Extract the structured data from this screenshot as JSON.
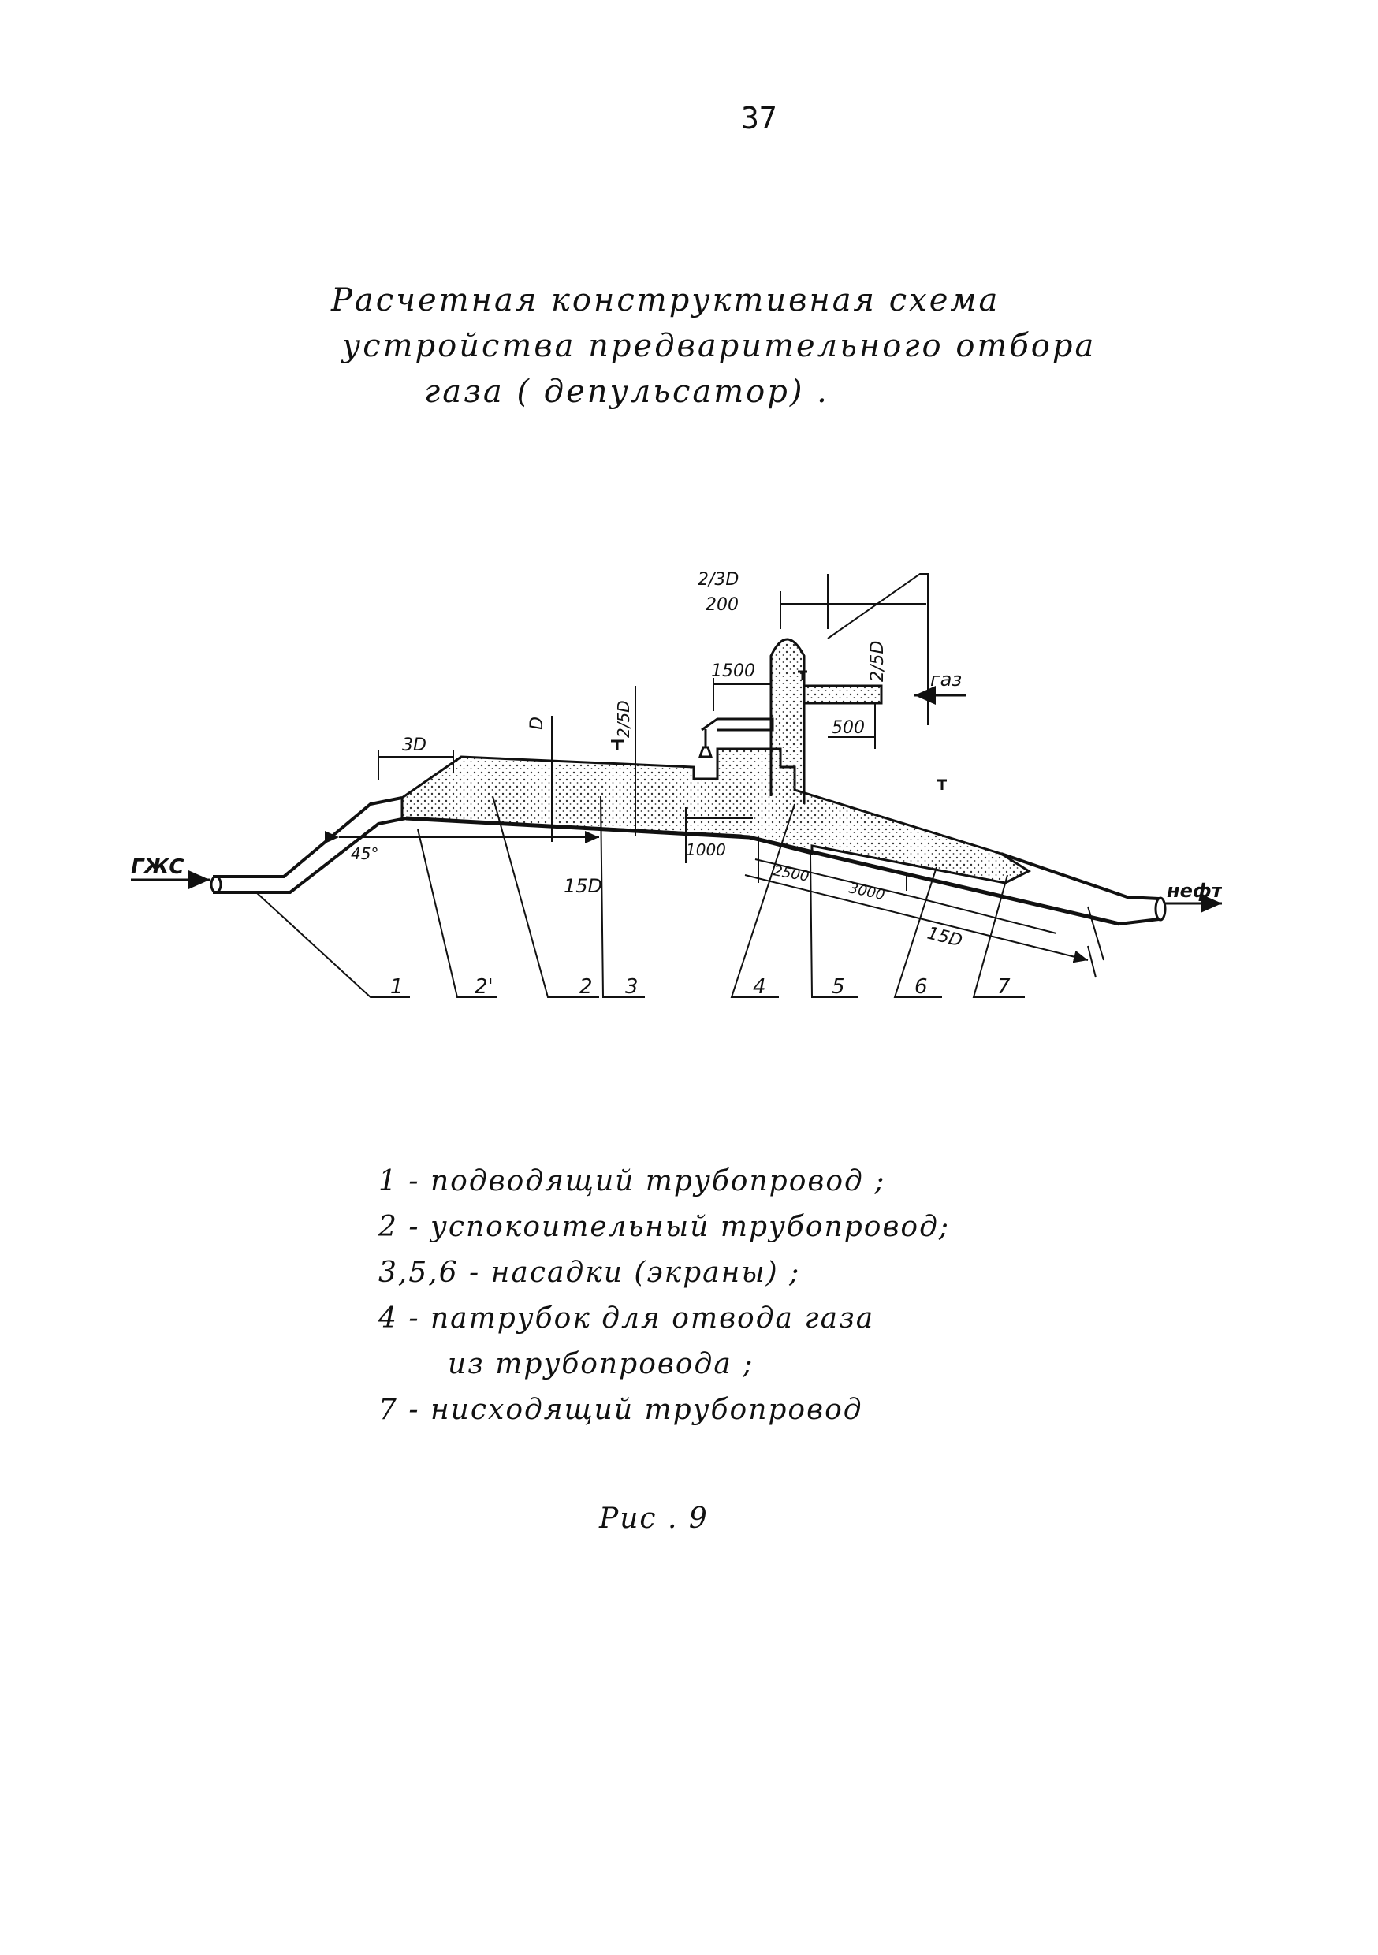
{
  "page_number": "37",
  "title": {
    "line1": "Расчетная конструктивная схема",
    "line2": "устройства предварительного отбора",
    "line3": "газа ( депульсатор) ."
  },
  "diagram": {
    "inlet_label": "ГЖС",
    "outlet_label": "нефть",
    "gas_label": "газ",
    "angle_label": "45°",
    "dimensions": {
      "d_2_3": "2/3D",
      "d_200": "200",
      "d_2_5_top": "2/5D",
      "d_1500": "1500",
      "d_3d": "3D",
      "d_D": "D",
      "d_2_5_mid": "2/5D",
      "d_500": "500",
      "d_1000": "1000",
      "d_15d_left": "15D",
      "d_2500": "2500",
      "d_3000": "3000",
      "d_15d_right": "15D"
    },
    "callouts": [
      "1",
      "2'",
      "2",
      "3",
      "4",
      "5",
      "6",
      "7"
    ]
  },
  "legend": [
    "1 - подводящий трубопровод ;",
    "2 - успокоительный трубопровод;",
    "3,5,6 - насадки (экраны) ;",
    "4 - патрубок для отвода газа",
    "из трубопровода ;",
    "7 - нисходящий трубопровод"
  ],
  "caption": "Рис . 9"
}
